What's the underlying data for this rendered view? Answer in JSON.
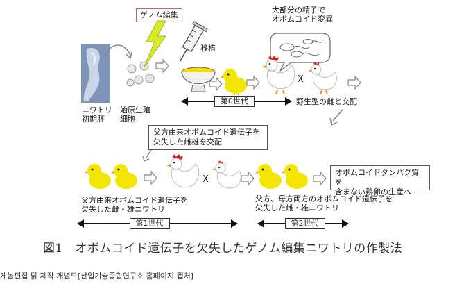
{
  "labels": {
    "genome_editing": "ゲノム編集",
    "transplant": "移植",
    "embryo_line1": "ニワトリ",
    "embryo_line2": "初期胚",
    "pgc_line1": "始原生殖",
    "pgc_line2": "細胞",
    "sperm_line1": "大部分の精子で",
    "sperm_line2": "オボムコイド変異",
    "wild_type": "野生型の雌と交配",
    "mate_line1": "父方由来オボムコイド遺伝子を",
    "mate_line2": "欠失した雌雄を交配",
    "g1_desc_line1": "父方由来オボムコイド遺伝子を",
    "g1_desc_line2": "欠失した雌・雄ニワトリ",
    "g2_desc_line1": "父方、母方両方のオボムコイド遺伝子を",
    "g2_desc_line2": "欠失した雌・雄ニワトリ",
    "production_line1": "オボムコイドタンパク質を",
    "production_line2": "含まない鶏卵の生産へ",
    "cross_symbol": "X"
  },
  "generations": {
    "g0": "第0世代",
    "g1": "第1世代",
    "g2": "第2世代"
  },
  "caption": "図1　オボムコイド遺伝子を欠失したゲノム編集ニワトリの作製法",
  "korean_caption": "게놈편집 닭 제작 개념도[산업기술종합연구소 홈페이지 캡처]",
  "colors": {
    "chick": "#f2e600",
    "chick_beak": "#f08c1a",
    "egg_yolk": "#f6dc00",
    "comb": "#e01818",
    "lightning": "#d8ea2a",
    "genome_box_border": "#d06060"
  }
}
